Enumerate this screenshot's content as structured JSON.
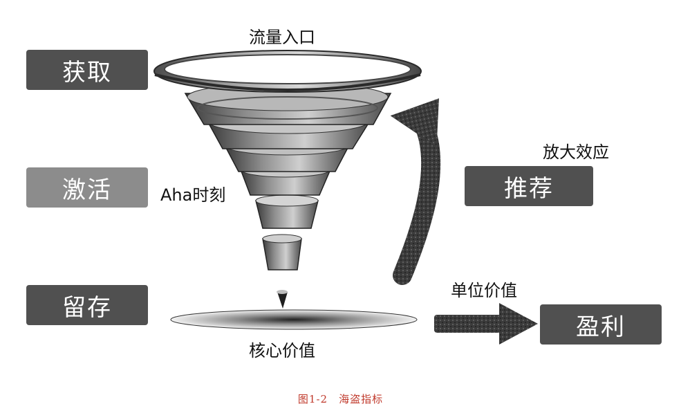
{
  "stages": {
    "acquisition": "获取",
    "activation": "激活",
    "retention": "留存",
    "referral": "推荐",
    "revenue": "盈利"
  },
  "annotations": {
    "traffic_entry": "流量入口",
    "aha_moment": "Aha时刻",
    "core_value": "核心价值",
    "amplification": "放大效应",
    "unit_value": "单位价值"
  },
  "caption": "图1-2　海盗指标",
  "colors": {
    "dark_label": "#505050",
    "light_label": "#8c8c8c",
    "caption": "#c0392b",
    "arrow": "#3c3c3c"
  }
}
